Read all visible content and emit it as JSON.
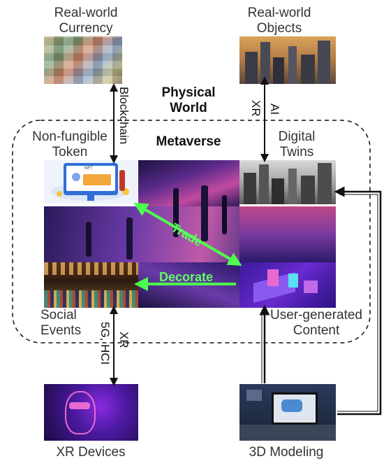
{
  "labels": {
    "real_world_currency": [
      "Real-world",
      "Currency"
    ],
    "real_world_objects": [
      "Real-world",
      "Objects"
    ],
    "physical_world": [
      "Physical",
      "World"
    ],
    "metaverse": "Metaverse",
    "nft": [
      "Non-fungible",
      "Token"
    ],
    "digital_twins": [
      "Digital",
      "Twins"
    ],
    "social_events": [
      "Social",
      "Events"
    ],
    "ugc": [
      "User-generated",
      "Content"
    ],
    "xr_devices": "XR Devices",
    "modeling": "3D Modeling"
  },
  "edges": {
    "blockchain": "Blockchain",
    "xr_ai_left": "XR",
    "xr_ai_right": "AI",
    "xr_hci_left": "XR",
    "xr_hci_right": "5G, HCI",
    "trade": "Trade",
    "decorate": "Decorate"
  },
  "nft_card_text": "NFT",
  "colors": {
    "arrow_green": "#4dff4d",
    "arrow_black": "#111111",
    "dashed": "#111111"
  }
}
